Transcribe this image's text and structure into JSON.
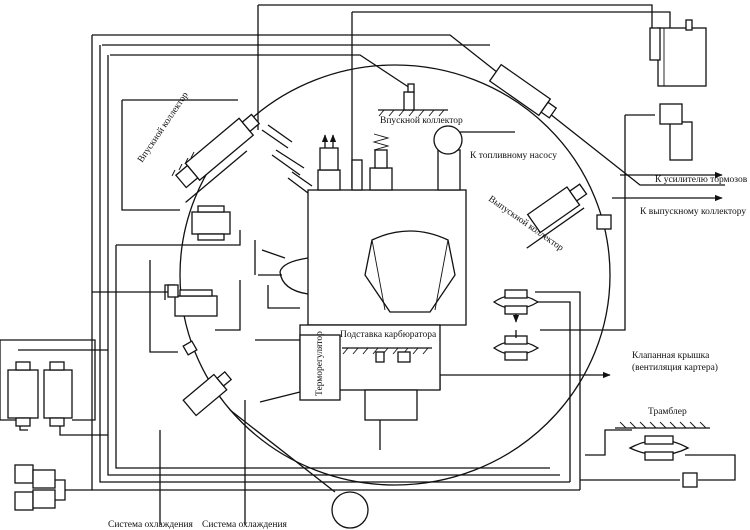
{
  "labels": {
    "intake_manifold_left": "Впускной коллектор",
    "intake_manifold_top": "Впускной коллектор",
    "fuel_pump": "К топливному насосу",
    "brake_booster": "К усилителю тормозов",
    "exhaust_manifold": "К выпускному коллектору",
    "exhaust_manifold_sensor": "Выпускной коллектор",
    "carburetor_base": "Подставка карбюратора",
    "thermostat": "Терморегулятор",
    "valve_cover_line1": "Клапанная крышка",
    "valve_cover_line2": "(вентиляция картера)",
    "distributor": "Трамблер",
    "cooling_system_1": "Система охлаждения",
    "cooling_system_2": "Система охлаждения"
  }
}
